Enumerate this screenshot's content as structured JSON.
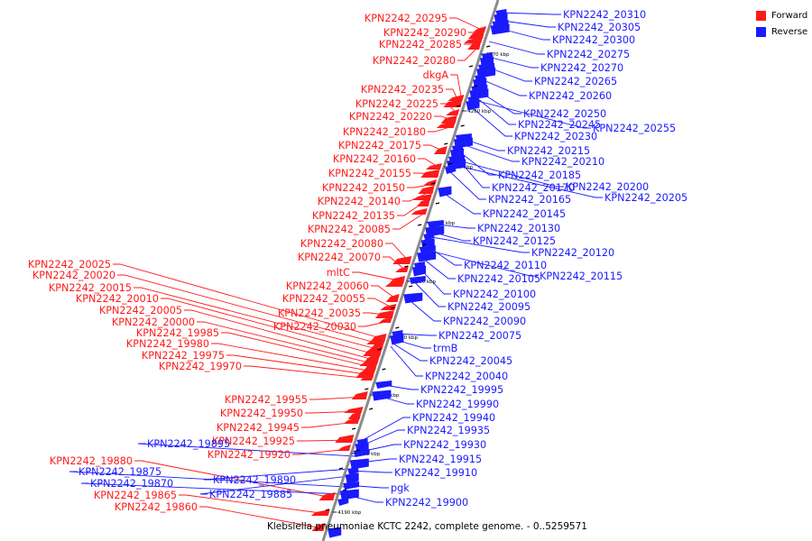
{
  "caption": "Klebsiella pneumoniae KCTC 2242, complete genome. - 0..5259571",
  "legend": [
    {
      "label": "Forward",
      "color": "#ff1a1a"
    },
    {
      "label": "Reverse",
      "color": "#1a1aff"
    }
  ],
  "colors": {
    "forward": "#ff1a1a",
    "reverse": "#1a1aff",
    "backbone": "#8c8c8c"
  },
  "ticks": [
    "4190 kbp",
    "4200 kbp",
    "4210 kbp",
    "4220 kbp",
    "4230 kbp",
    "4240 kbp",
    "4250 kbp",
    "4260 kbp",
    "4270 kbp"
  ],
  "forward_labels": [
    "KPN2242_20295",
    "KPN2242_20290",
    "KPN2242_20285",
    "KPN2242_20280",
    "dkgA",
    "KPN2242_20235",
    "KPN2242_20225",
    "KPN2242_20220",
    "KPN2242_20180",
    "KPN2242_20175",
    "KPN2242_20160",
    "KPN2242_20155",
    "KPN2242_20150",
    "KPN2242_20140",
    "KPN2242_20135",
    "KPN2242_20085",
    "KPN2242_20080",
    "KPN2242_20070",
    "mltC",
    "KPN2242_20060",
    "KPN2242_20055",
    "KPN2242_20035",
    "KPN2242_20030",
    "KPN2242_20025",
    "KPN2242_20020",
    "KPN2242_20015",
    "KPN2242_20010",
    "KPN2242_20005",
    "KPN2242_20000",
    "KPN2242_19985",
    "KPN2242_19980",
    "KPN2242_19975",
    "KPN2242_19970",
    "KPN2242_19955",
    "KPN2242_19950",
    "KPN2242_19945",
    "KPN2242_19925",
    "KPN2242_19920",
    "KPN2242_19880",
    "KPN2242_19865",
    "KPN2242_19860"
  ],
  "reverse_labels": [
    "KPN2242_20310",
    "KPN2242_20305",
    "KPN2242_20300",
    "KPN2242_20275",
    "KPN2242_20270",
    "KPN2242_20265",
    "KPN2242_20260",
    "KPN2242_20250",
    "KPN2242_20245",
    "KPN2242_20255",
    "KPN2242_20230",
    "KPN2242_20215",
    "KPN2242_20210",
    "KPN2242_20185",
    "KPN2242_20170",
    "KPN2242_20200",
    "KPN2242_20205",
    "KPN2242_20165",
    "KPN2242_20145",
    "KPN2242_20130",
    "KPN2242_20125",
    "KPN2242_20120",
    "KPN2242_20110",
    "KPN2242_20115",
    "KPN2242_20105",
    "KPN2242_20100",
    "KPN2242_20095",
    "KPN2242_20090",
    "KPN2242_20075",
    "trmB",
    "KPN2242_20045",
    "KPN2242_20040",
    "KPN2242_19995",
    "KPN2242_19990",
    "KPN2242_19940",
    "KPN2242_19935",
    "KPN2242_19930",
    "KPN2242_19915",
    "KPN2242_19910",
    "pgk",
    "KPN2242_19900",
    "KPN2242_19895",
    "KPN2242_19890",
    "KPN2242_19885",
    "KPN2242_19875",
    "KPN2242_19870"
  ]
}
